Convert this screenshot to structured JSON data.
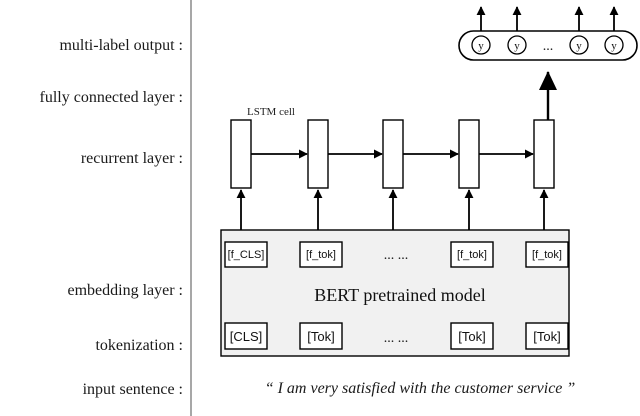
{
  "layer_labels": {
    "output": "multi-label output :",
    "fully_connected": "fully connected layer :",
    "recurrent": "recurrent layer :",
    "embedding": "embedding layer :",
    "tokenization": "tokenization :",
    "input": "input sentence :"
  },
  "lstm_caption": "LSTM cell",
  "bert_label": "BERT pretrained model",
  "embeddings": [
    "[f_CLS]",
    "[f_tok]",
    "... ...",
    "[f_tok]",
    "[f_tok]"
  ],
  "tokens": [
    "[CLS]",
    "[Tok]",
    "... ...",
    "[Tok]",
    "[Tok]"
  ],
  "output_nodes": [
    "y",
    "y",
    "y",
    "y"
  ],
  "output_ellipsis": "...",
  "sentence": "“ I am very satisfied with the customer service ”"
}
